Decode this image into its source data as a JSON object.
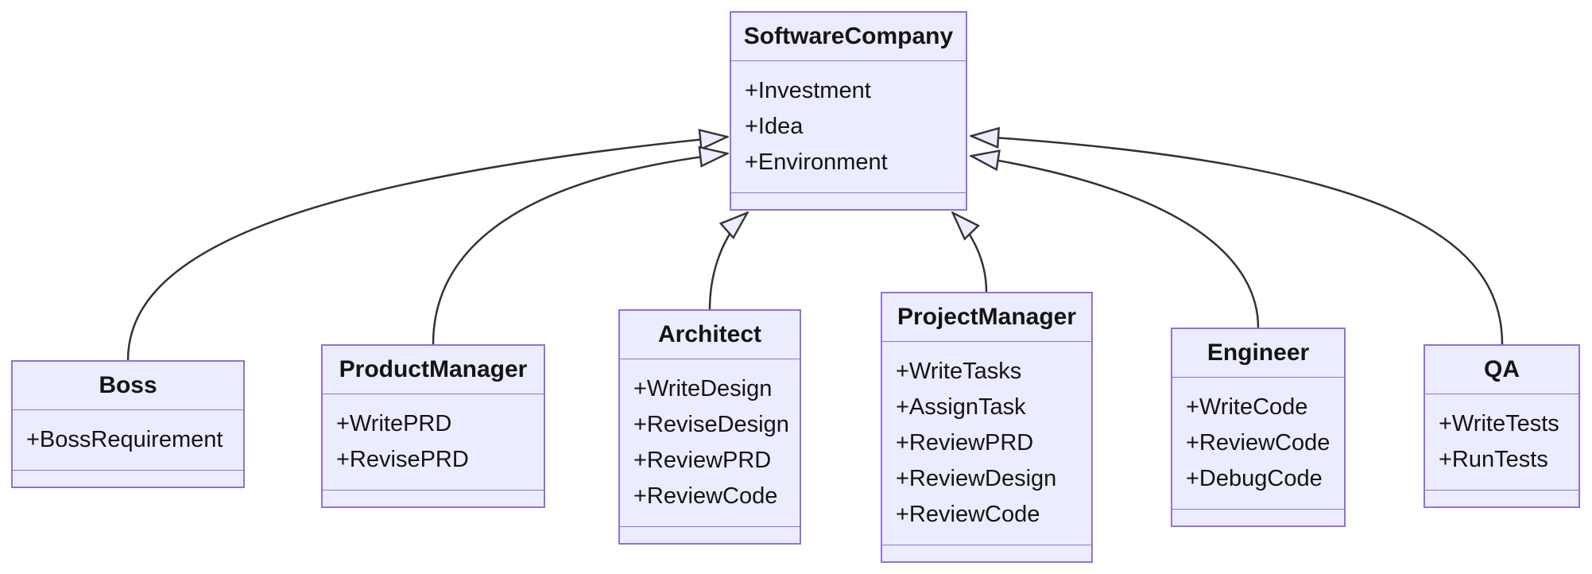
{
  "diagram": {
    "kind": "uml-class-diagram",
    "colors": {
      "node_fill": "#ECECFF",
      "node_border": "#9370DB",
      "edge_line": "#333333",
      "text": "#141414",
      "background": "#ffffff"
    },
    "classes": [
      {
        "name": "SoftwareCompany",
        "attributes": [
          "+Investment",
          "+Idea",
          "+Environment"
        ],
        "methods": []
      },
      {
        "name": "Boss",
        "attributes": [
          "+BossRequirement"
        ],
        "methods": []
      },
      {
        "name": "ProductManager",
        "attributes": [
          "+WritePRD",
          "+RevisePRD"
        ],
        "methods": []
      },
      {
        "name": "Architect",
        "attributes": [
          "+WriteDesign",
          "+ReviseDesign",
          "+ReviewPRD",
          "+ReviewCode"
        ],
        "methods": []
      },
      {
        "name": "ProjectManager",
        "attributes": [
          "+WriteTasks",
          "+AssignTask",
          "+ReviewPRD",
          "+ReviewDesign",
          "+ReviewCode"
        ],
        "methods": []
      },
      {
        "name": "Engineer",
        "attributes": [
          "+WriteCode",
          "+ReviewCode",
          "+DebugCode"
        ],
        "methods": []
      },
      {
        "name": "QA",
        "attributes": [
          "+WriteTests",
          "+RunTests"
        ],
        "methods": []
      }
    ],
    "relationships": [
      {
        "from": "Boss",
        "to": "SoftwareCompany",
        "type": "inheritance"
      },
      {
        "from": "ProductManager",
        "to": "SoftwareCompany",
        "type": "inheritance"
      },
      {
        "from": "Architect",
        "to": "SoftwareCompany",
        "type": "inheritance"
      },
      {
        "from": "ProjectManager",
        "to": "SoftwareCompany",
        "type": "inheritance"
      },
      {
        "from": "Engineer",
        "to": "SoftwareCompany",
        "type": "inheritance"
      },
      {
        "from": "QA",
        "to": "SoftwareCompany",
        "type": "inheritance"
      }
    ]
  }
}
